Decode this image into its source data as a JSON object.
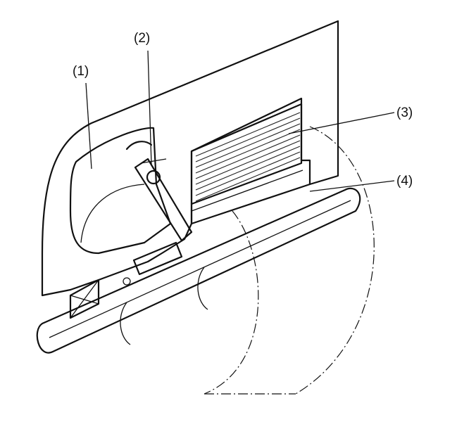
{
  "figure": {
    "callouts": [
      {
        "id": "1",
        "label": "(1)"
      },
      {
        "id": "2",
        "label": "(2)"
      },
      {
        "id": "3",
        "label": "(3)"
      },
      {
        "id": "4",
        "label": "(4)"
      }
    ],
    "colors": {
      "ink": "#111111",
      "casting_fill": "#8e8e8e",
      "casting_texture": "#5e5e5e",
      "background": "#ffffff"
    }
  }
}
